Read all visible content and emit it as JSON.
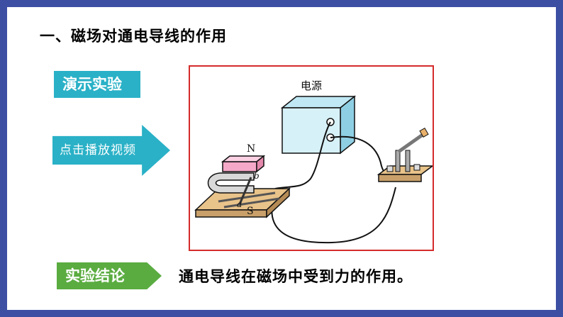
{
  "heading": "一、磁场对通电导线的作用",
  "demo_tag": "演示实验",
  "video_button": "点击播放视频",
  "diagram": {
    "power_label": "电源",
    "label_n": "N",
    "label_s": "S",
    "label_a": "a",
    "label_b": "b"
  },
  "conclusion_tag": "实验结论",
  "conclusion_text": "通电导线在磁场中受到力的作用。",
  "colors": {
    "frame": "#3c4fa3",
    "demo_tag": "#2ab1c7",
    "conclusion_tag": "#5aac40",
    "diagram_border": "#d52b2b"
  }
}
